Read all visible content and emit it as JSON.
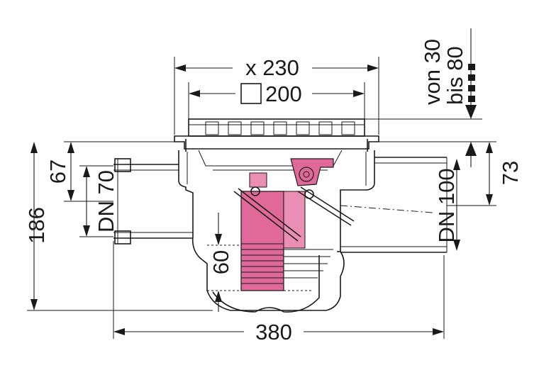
{
  "dimensions": {
    "top_width": "x 230",
    "square_size": "200",
    "height_left_upper": "67",
    "height_total": "186",
    "dn_left": "DN 70",
    "dn_right": "DN 100",
    "height_right": "73",
    "water_seal": "60",
    "total_width": "380",
    "adjust_from": "von 30",
    "adjust_to": "bis 80"
  },
  "colors": {
    "line": "#1a1a1a",
    "trap_insert": "#e0699a"
  }
}
